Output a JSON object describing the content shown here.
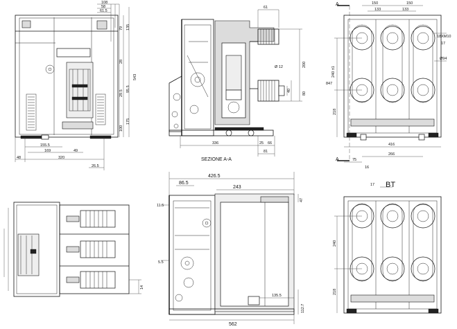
{
  "views": {
    "front_view": {
      "dimensions": [
        "108",
        "58",
        "61.5",
        "79",
        "135",
        "28",
        "29.5",
        "95.5",
        "543",
        "175",
        "100",
        "155.5",
        "169",
        "49",
        "320",
        "48",
        "26.5"
      ]
    },
    "section_view": {
      "caption": "SEZIONE A-A",
      "dimensions": [
        "61",
        "200",
        "80",
        "40",
        "Ø 12",
        "336",
        "25",
        "66",
        "81"
      ]
    },
    "rear_view": {
      "section_markers": [
        "A",
        "A"
      ],
      "dimensions": [
        "150",
        "150",
        "133",
        "133",
        "18XM10",
        "17",
        "Ø94",
        "240 ±1",
        "847",
        "218",
        "416",
        "266",
        "75",
        "16"
      ]
    },
    "plan_view": {
      "dimensions": [
        "14"
      ]
    },
    "side_view": {
      "dimensions": [
        "426.5",
        "86.5",
        "243",
        "47",
        "11.5",
        "5.5",
        "135.5",
        "112.7",
        "562"
      ]
    },
    "bt_view": {
      "title": "BT",
      "dimensions": [
        "17",
        "240",
        "218"
      ]
    }
  }
}
